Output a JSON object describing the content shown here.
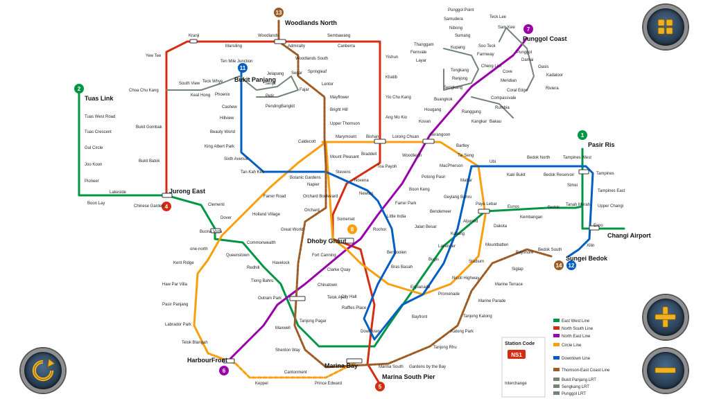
{
  "map": {
    "lines": [
      {
        "name": "East West Line",
        "color": "#009645"
      },
      {
        "name": "North South Line",
        "color": "#d42e12"
      },
      {
        "name": "North East Line",
        "color": "#9900aa"
      },
      {
        "name": "Circle Line",
        "color": "#fa9e0d"
      },
      {
        "name": "Downtown Line",
        "color": "#005ec4"
      },
      {
        "name": "Thomson-East Coast Line",
        "color": "#9d5b25"
      },
      {
        "name": "Bukit Panjang LRT",
        "color": "#748477"
      },
      {
        "name": "Sengkang LRT",
        "color": "#748477"
      },
      {
        "name": "Punggol LRT",
        "color": "#748477"
      }
    ],
    "line_numbers": {
      "n1": "1",
      "n2": "2",
      "n4": "4",
      "n5": "5",
      "n6": "6",
      "n7": "7",
      "n8": "8",
      "n11": "11",
      "n12": "12",
      "n13": "13",
      "n14": "14"
    },
    "major_stations": {
      "woodlands_north": "Woodlands North",
      "tuas_link": "Tuas Link",
      "bukit_panjang": "Bukit Panjang",
      "jurong_east": "Jurong East",
      "punggol_coast": "Punggol Coast",
      "pasir_ris": "Pasir Ris",
      "changi_airport": "Changi Airport",
      "sungei_bedok": "Sungei Bedok",
      "dhoby_ghaut": "Dhoby Ghaut",
      "harbourfront": "HarbourFront",
      "marina_bay": "Marina Bay",
      "marina_south_pier": "Marina South Pier"
    },
    "stations": {
      "kranji": "Kranji",
      "marsiling": "Marsiling",
      "woodlands": "Woodlands",
      "admiralty": "Admiralty",
      "sembawang": "Sembawang",
      "canberra": "Canberra",
      "yishun": "Yishun",
      "khatib": "Khatib",
      "yio_chu_kang": "Yio Chu Kang",
      "ang_mo_kio": "Ang Mo Kio",
      "bishan": "Bishan",
      "braddell": "Braddell",
      "toa_payoh": "Toa Payoh",
      "novena": "Novena",
      "newton": "Newton",
      "orchard": "Orchard",
      "somerset": "Somerset",
      "city_hall": "City Hall",
      "raffles_place": "Raffles Place",
      "marina_south": "Marina South",
      "woodlands_south": "Woodlands South",
      "springleaf": "Springleaf",
      "lentor": "Lentor",
      "mayflower": "Mayflower",
      "bright_hill": "Bright Hill",
      "upper_thomson": "Upper Thomson",
      "caldecott": "Caldecott",
      "mount_pleasant": "Mount Pleasant",
      "stevens": "Stevens",
      "napier": "Napier",
      "orchard_boulevard": "Orchard Boulevard",
      "great_world": "Great World",
      "havelock": "Havelock",
      "outram_park": "Outram Park",
      "maxwell": "Maxwell",
      "shenton_way": "Shenton Way",
      "gardens_by_the_bay": "Gardens by the Bay",
      "tanjong_rhu": "Tanjong Rhu",
      "katong_park": "Katong Park",
      "tanjong_katong": "Tanjong Katong",
      "marine_parade": "Marine Parade",
      "marine_terrace": "Marine Terrace",
      "siglap": "Siglap",
      "bayshore": "Bayshore",
      "bedok_south": "Bedok South",
      "yew_tee": "Yew Tee",
      "choa_chu_kang": "Choa Chu Kang",
      "bukit_gombak": "Bukit Gombak",
      "bukit_batok": "Bukit Batok",
      "tuas_west_road": "Tuas West Road",
      "tuas_crescent": "Tuas Crescent",
      "gul_circle": "Gul Circle",
      "joo_koon": "Joo Koon",
      "pioneer": "Pioneer",
      "boon_lay": "Boon Lay",
      "lakeside": "Lakeside",
      "chinese_garden": "Chinese Garden",
      "clementi": "Clementi",
      "dover": "Dover",
      "buona_vista": "Buona Vista",
      "commonwealth": "Commonwealth",
      "queenstown": "Queenstown",
      "redhill": "Redhill",
      "tiong_bahru": "Tiong Bahru",
      "tanjong_pagar": "Tanjong Pagar",
      "bugis": "Bugis",
      "lavender": "Lavender",
      "kallang": "Kallang",
      "aljunied": "Aljunied",
      "paya_lebar": "Paya Lebar",
      "eunos": "Eunos",
      "kembangan": "Kembangan",
      "bedok": "Bedok",
      "tanah_merah": "Tanah Merah",
      "simei": "Simei",
      "tampines": "Tampines",
      "expo": "Expo",
      "upper_changi": "Upper Changi",
      "tampines_east": "Tampines East",
      "tampines_west": "Tampines West",
      "bedok_north": "Bedok North",
      "bedok_reservoir": "Bedok Reservoir",
      "kaki_bukit": "Kaki Bukit",
      "ubi": "Ubi",
      "macpherson": "MacPherson",
      "mattar": "Mattar",
      "geylang_bahru": "Geylang Bahru",
      "bendemeer": "Bendemeer",
      "jalan_besar": "Jalan Besar",
      "bencoolen": "Bencoolen",
      "rochor": "Rochor",
      "little_india": "Little India",
      "farrer_park": "Farrer Park",
      "boon_keng": "Boon Keng",
      "potong_pasir": "Potong Pasir",
      "woodleigh": "Woodleigh",
      "serangoon": "Serangoon",
      "kovan": "Kovan",
      "hougang": "Hougang",
      "buangkok": "Buangkok",
      "sengkang": "Sengkang",
      "punggol": "Punggol",
      "lorong_chuan": "Lorong Chuan",
      "marymount": "Marymount",
      "farrer_road": "Farrer Road",
      "holland_village": "Holland Village",
      "botanic_gardens": "Botanic Gardens",
      "one_north": "one-north",
      "kent_ridge": "Kent Ridge",
      "haw_par_villa": "Haw Par Villa",
      "pasir_panjang": "Pasir Panjang",
      "labrador_park": "Labrador Park",
      "telok_blangah": "Telok Blangah",
      "keppel": "Keppel",
      "cantonment": "Cantonment",
      "prince_edward": "Prince Edward",
      "fort_canning": "Fort Canning",
      "clarke_quay": "Clarke Quay",
      "chinatown": "Chinatown",
      "telok_ayer": "Telok Ayer",
      "downtown": "Downtown",
      "bayfront": "Bayfront",
      "promenade": "Promenade",
      "esplanade": "Esplanade",
      "nicoll_highway": "Nicoll Highway",
      "stadium": "Stadium",
      "mountbatten": "Mountbatten",
      "dakota": "Dakota",
      "bras_basah": "Bras Basah",
      "tai_seng": "Tai Seng",
      "bartley": "Bartley",
      "sixth_avenue": "Sixth Avenue",
      "tan_kah_kee": "Tan Kah Kee",
      "king_albert_park": "King Albert Park",
      "beauty_world": "Beauty World",
      "hillview": "Hillview",
      "cashew": "Cashew",
      "phoenix": "Phoenix",
      "bukit_panjang_lrt": "Bukit Panjang",
      "jelapang": "Jelapang",
      "senja": "Senja",
      "segar": "Segar",
      "fajar": "Fajar",
      "bangkit": "Bangkit",
      "pending": "Pending",
      "petir": "Petir",
      "teck_whye": "Teck Whye",
      "keat_hong": "Keat Hong",
      "south_view": "South View",
      "ten_mile_junction": "Ten Mile Junction",
      "xilin": "Xilin",
      "punggol_point": "Punggol Point",
      "samudera": "Samudera",
      "nibong": "Nibong",
      "sumang": "Sumang",
      "soo_teck": "Soo Teck",
      "teck_lee": "Teck Lee",
      "sam_kee": "Sam Kee",
      "oasis": "Oasis",
      "damai": "Damai",
      "cove": "Cove",
      "meridian": "Meridian",
      "coral_edge": "Coral Edge",
      "riviera": "Riviera",
      "kadaloor": "Kadaloor",
      "thanggam": "Thanggam",
      "fernvale": "Fernvale",
      "layar": "Layar",
      "tongkang": "Tongkang",
      "renjong": "Renjong",
      "farmway": "Farmway",
      "kupang": "Kupang",
      "cheng_lim": "Cheng Lim",
      "compassvale": "Compassvale",
      "rumbia": "Rumbia",
      "bakau": "Bakau",
      "kangkar": "Kangkar",
      "ranggung": "Ranggung"
    },
    "legend": {
      "items": [
        "East West Line",
        "North South Line",
        "North East Line",
        "Circle Line",
        "Downtown Line",
        "Thomson-East Coast Line",
        "Bukit Panjang LRT",
        "Sengkang LRT",
        "Punggol LRT"
      ],
      "station_code_title": "Station Code",
      "station_code_example": "NS1",
      "interchange": "Interchange"
    }
  },
  "controls": {
    "menu_icon": "grid-icon",
    "zoom_in_icon": "plus-icon",
    "zoom_out_icon": "minus-icon",
    "reset_icon": "refresh-icon"
  }
}
